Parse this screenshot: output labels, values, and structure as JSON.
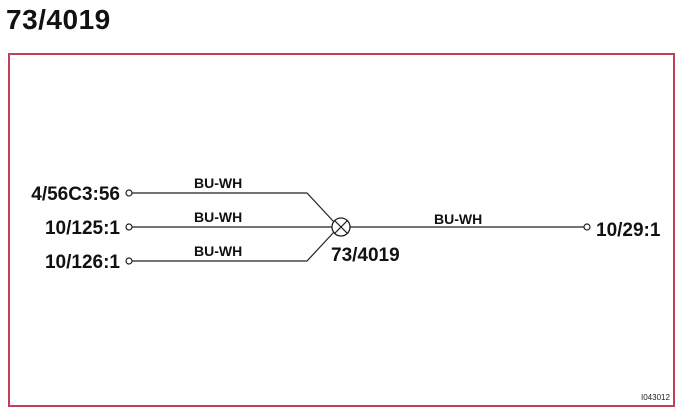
{
  "title": "73/4019",
  "diagram": {
    "left_connectors": [
      {
        "label": "4/56C3:56",
        "wire": "BU-WH"
      },
      {
        "label": "10/125:1",
        "wire": "BU-WH"
      },
      {
        "label": "10/126:1",
        "wire": "BU-WH"
      }
    ],
    "splice": {
      "label": "73/4019"
    },
    "right_connector": {
      "label": "10/29:1",
      "wire": "BU-WH"
    },
    "reference_code": "I043012",
    "colors": {
      "frame_border": "#c3405a",
      "line": "#222222"
    }
  }
}
